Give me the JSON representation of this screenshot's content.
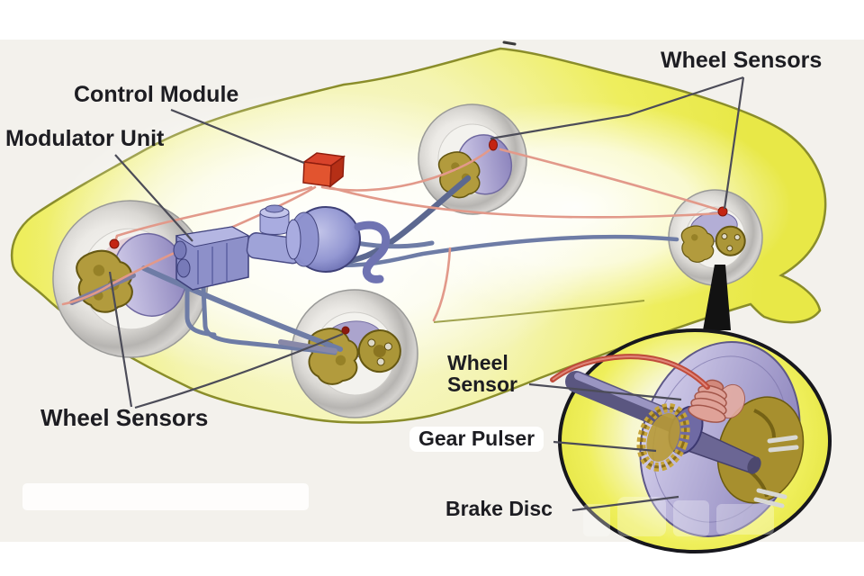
{
  "labels": {
    "control_module": "Control Module",
    "modulator_unit": "Modulator Unit",
    "wheel_sensors_top": "Wheel Sensors",
    "wheel_sensors_bottom": "Wheel Sensors",
    "inset_wheel_sensor_line1": "Wheel",
    "inset_wheel_sensor_line2": "Sensor",
    "gear_pulser": "Gear Pulser",
    "brake_disc": "Brake Disc"
  },
  "colors": {
    "body_yellow": "#ECEC4E",
    "outline_olive": "#8A8D2A",
    "control_module_red": "#E2542F",
    "hydraulic_unit_blue": "#8D90C9",
    "brake_pipe_blue": "#6E7CA6",
    "sensor_wire_pink": "#E2998A",
    "wheel_sensor_red": "#C42413",
    "caliper_gold": "#B29B3D",
    "disc_lavender": "#A9A2CF",
    "label_ink": "#1D1D22"
  }
}
